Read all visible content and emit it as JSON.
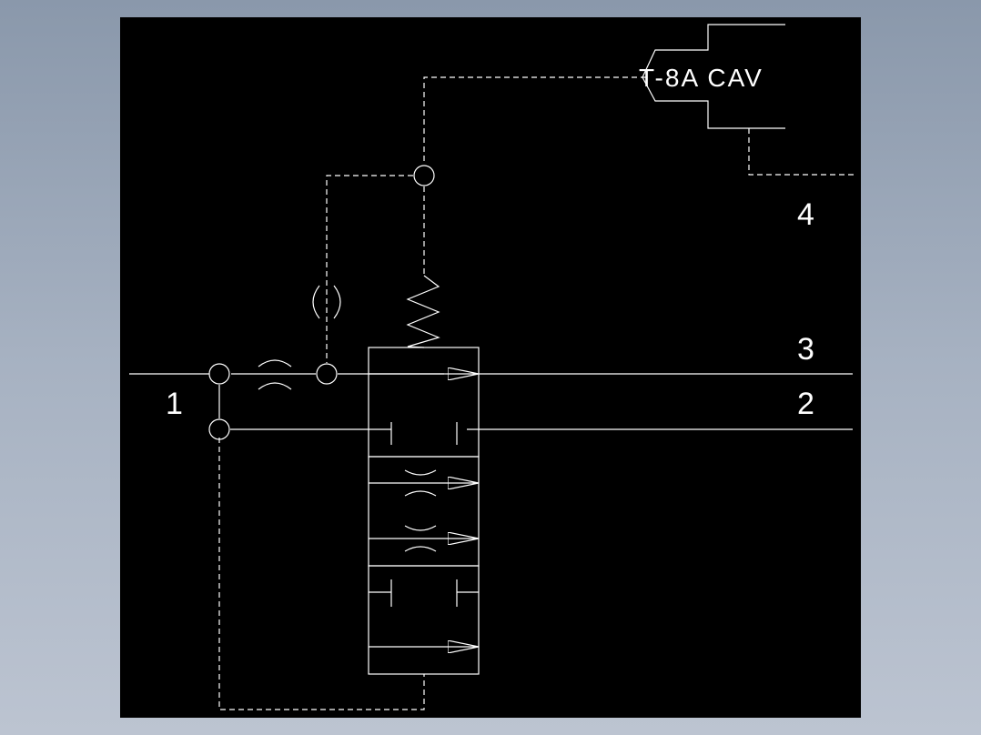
{
  "cartridge_label": "T-8A CAV",
  "ports": {
    "p1": "1",
    "p2": "2",
    "p3": "3",
    "p4": "4"
  },
  "colors": {
    "background_outer": "#8a98ab",
    "canvas": "#000000",
    "lines": "#ffffff"
  }
}
